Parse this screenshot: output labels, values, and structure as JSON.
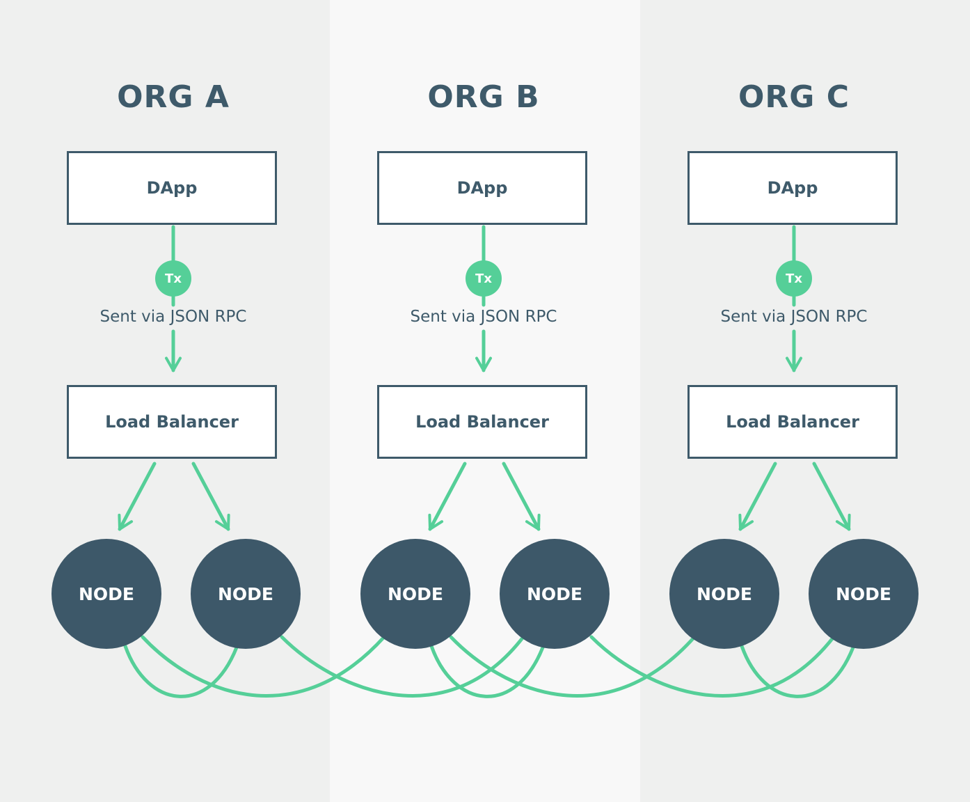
{
  "orgs": [
    {
      "title": "ORG A",
      "dapp": "DApp",
      "tx": "Tx",
      "transport": "Sent via JSON RPC",
      "load_balancer": "Load Balancer",
      "nodes": [
        "NODE",
        "NODE"
      ]
    },
    {
      "title": "ORG B",
      "dapp": "DApp",
      "tx": "Tx",
      "transport": "Sent via JSON RPC",
      "load_balancer": "Load Balancer",
      "nodes": [
        "NODE",
        "NODE"
      ]
    },
    {
      "title": "ORG C",
      "dapp": "DApp",
      "tx": "Tx",
      "transport": "Sent via JSON RPC",
      "load_balancer": "Load Balancer",
      "nodes": [
        "NODE",
        "NODE"
      ]
    }
  ],
  "colors": {
    "accent_green": "#55cf98",
    "dark_slate": "#3e5a6a",
    "node_fill": "#3d5869",
    "side_panel": "#eff0ef",
    "center_panel": "#f8f8f8"
  }
}
